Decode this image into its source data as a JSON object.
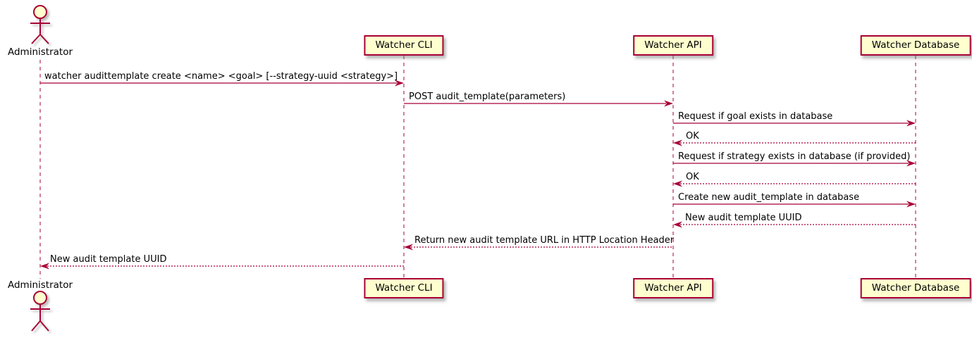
{
  "colors": {
    "line": "#A80036",
    "participant_fill": "#FEFECE",
    "text": "#000000",
    "background": "#FFFFFF"
  },
  "actor": {
    "name": "Administrator"
  },
  "participants": [
    {
      "name": "Watcher CLI"
    },
    {
      "name": "Watcher API"
    },
    {
      "name": "Watcher Database"
    }
  ],
  "messages": [
    {
      "from": "Administrator",
      "to": "Watcher CLI",
      "line_style": "solid",
      "text": "watcher audittemplate create <name> <goal> [--strategy-uuid <strategy>]"
    },
    {
      "from": "Watcher CLI",
      "to": "Watcher API",
      "line_style": "solid",
      "text": "POST audit_template(parameters)"
    },
    {
      "from": "Watcher API",
      "to": "Watcher Database",
      "line_style": "solid",
      "text": "Request if goal exists in database"
    },
    {
      "from": "Watcher Database",
      "to": "Watcher API",
      "line_style": "dashed",
      "text": "OK"
    },
    {
      "from": "Watcher API",
      "to": "Watcher Database",
      "line_style": "solid",
      "text": "Request if strategy exists in database (if provided)"
    },
    {
      "from": "Watcher Database",
      "to": "Watcher API",
      "line_style": "dashed",
      "text": "OK"
    },
    {
      "from": "Watcher API",
      "to": "Watcher Database",
      "line_style": "solid",
      "text": "Create new audit_template in database"
    },
    {
      "from": "Watcher Database",
      "to": "Watcher API",
      "line_style": "dashed",
      "text": "New audit template UUID"
    },
    {
      "from": "Watcher API",
      "to": "Watcher CLI",
      "line_style": "dashed",
      "text": "Return new audit template URL in HTTP Location Header"
    },
    {
      "from": "Watcher CLI",
      "to": "Administrator",
      "line_style": "dashed",
      "text": "New audit template UUID"
    }
  ]
}
